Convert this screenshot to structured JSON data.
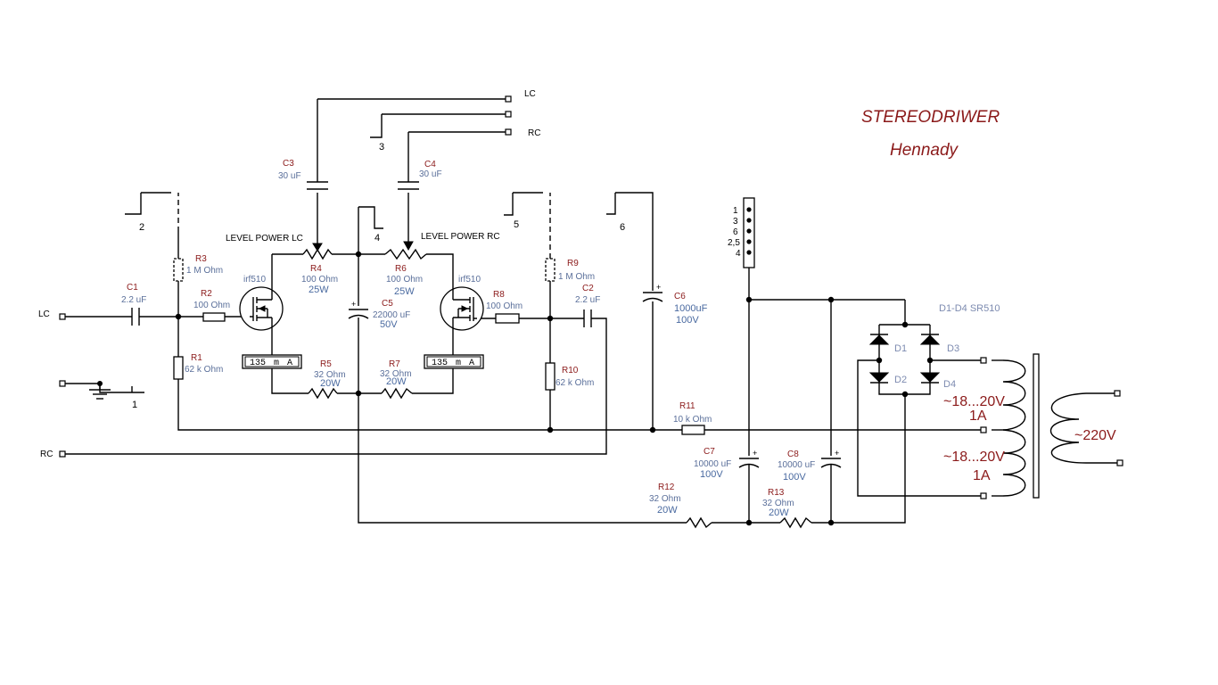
{
  "title": "STEREODRIWER",
  "author": "Hennady",
  "terminals": {
    "lc_in": "LC",
    "rc_in": "RC",
    "lc_out": "LC",
    "rc_out": "RC"
  },
  "ground_labels": [
    "1",
    "2",
    "3",
    "4",
    "5",
    "6"
  ],
  "level_lc": "LEVEL POWER LC",
  "level_rc": "LEVEL POWER RC",
  "components": {
    "C1": {
      "ref": "C1",
      "value": "2.2 uF"
    },
    "C2": {
      "ref": "C2",
      "value": "2.2 uF"
    },
    "C3": {
      "ref": "C3",
      "value": "30 uF"
    },
    "C4": {
      "ref": "C4",
      "value": "30 uF"
    },
    "C5": {
      "ref": "C5",
      "value": "22000 uF",
      "rating": "50V"
    },
    "C6": {
      "ref": "C6",
      "value": "1000uF",
      "rating": "100V"
    },
    "C7": {
      "ref": "C7",
      "value": "10000 uF",
      "rating": "100V"
    },
    "C8": {
      "ref": "C8",
      "value": "10000 uF",
      "rating": "100V"
    },
    "R1": {
      "ref": "R1",
      "value": "62 k Ohm"
    },
    "R2": {
      "ref": "R2",
      "value": "100  Ohm"
    },
    "R3": {
      "ref": "R3",
      "value": "1 M Ohm"
    },
    "R4": {
      "ref": "R4",
      "value": "100  Ohm",
      "rating": "25W"
    },
    "R5": {
      "ref": "R5",
      "value": "32  Ohm",
      "rating": "20W"
    },
    "R6": {
      "ref": "R6",
      "value": "100  Ohm",
      "rating": "25W"
    },
    "R7": {
      "ref": "R7",
      "value": "32  Ohm",
      "rating": "20W"
    },
    "R8": {
      "ref": "R8",
      "value": "100  Ohm"
    },
    "R9": {
      "ref": "R9",
      "value": "1 M Ohm"
    },
    "R10": {
      "ref": "R10",
      "value": "62 k Ohm"
    },
    "R11": {
      "ref": "R11",
      "value": "10 k Ohm"
    },
    "R12": {
      "ref": "R12",
      "value": "32  Ohm",
      "rating": "20W"
    },
    "R13": {
      "ref": "R13",
      "value": "32  Ohm",
      "rating": "20W"
    },
    "Q1": {
      "value": "irf510"
    },
    "Q2": {
      "value": "irf510"
    }
  },
  "meters": {
    "left": {
      "value": "135",
      "unit": "m",
      "symbol": "A"
    },
    "right": {
      "value": "135",
      "unit": "m",
      "symbol": "A"
    }
  },
  "diodes": {
    "label": "D1-D4 SR510",
    "names": [
      "D1",
      "D2",
      "D3",
      "D4"
    ]
  },
  "connector_pins": [
    "1",
    "3",
    "6",
    "2,5",
    "4"
  ],
  "transformer": {
    "secondary1": "~18...20V",
    "secondary1_current": "1A",
    "secondary2": "~18...20V",
    "secondary2_current": "1A",
    "primary": "~220V"
  }
}
